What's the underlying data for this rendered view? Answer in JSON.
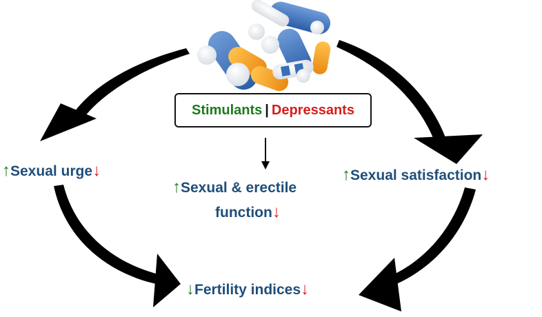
{
  "drug_box": {
    "stimulants": "Stimulants",
    "separator": "|",
    "depressants": "Depressants"
  },
  "nodes": {
    "sexual_urge": {
      "up": "↑",
      "label": "Sexual urge",
      "down": "↓"
    },
    "sexual_erectile": {
      "up": "↑",
      "line1": "Sexual & erectile",
      "line2": "function",
      "down": "↓"
    },
    "sexual_satisfaction": {
      "up": "↑",
      "label": "Sexual satisfaction",
      "down": "↓"
    },
    "fertility": {
      "down_left": "↓",
      "label": "Fertility indices",
      "down_right": "↓"
    }
  },
  "colors": {
    "label_text": "#1f4e79",
    "increase": "#1e7a1e",
    "decrease": "#d61c1c",
    "arrow": "#000000"
  },
  "icons": [
    "pills-image",
    "curved-arrow",
    "down-arrow"
  ]
}
